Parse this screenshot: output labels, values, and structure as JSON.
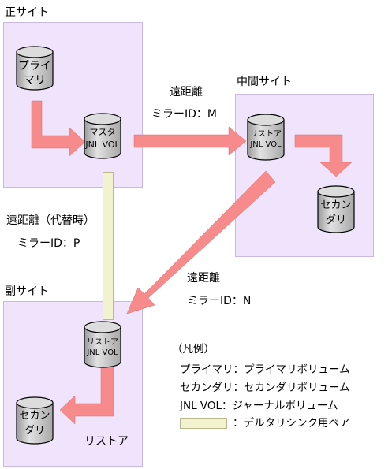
{
  "sites": {
    "primary": "正サイト",
    "intermediate": "中間サイト",
    "secondary": "副サイト"
  },
  "volumes": {
    "primary_line1": "プライ",
    "primary_line2": "マリ",
    "master_line1": "マスタ",
    "master_line2": "JNL VOL",
    "restore_mid_line1": "リストア",
    "restore_mid_line2": "JNL VOL",
    "secondary_mid_line1": "セカン",
    "secondary_mid_line2": "ダリ",
    "restore_sub_line1": "リストア",
    "restore_sub_line2": "JNL VOL",
    "secondary_sub_line1": "セカン",
    "secondary_sub_line2": "ダリ"
  },
  "links": {
    "m_distance": "遠距離",
    "m_mirror": "ミラーID：M",
    "p_distance": "遠距離（代替時）",
    "p_mirror": "ミラーID：P",
    "n_distance": "遠距離",
    "n_mirror": "ミラーID：N",
    "restore": "リストア"
  },
  "legend": {
    "title": "（凡例）",
    "item1": "プライマリ：プライマリボリューム",
    "item2": "セカンダリ：セカンダリボリューム",
    "item3": "JNL VOL：ジャーナルボリューム",
    "item4": "：デルタリシンク用ペア"
  },
  "colors": {
    "site_fill": "#efe4fb",
    "arrow": "#f78b8b",
    "cylinder": "#c8c8c8",
    "delta_pair": "#f3f2cf"
  }
}
